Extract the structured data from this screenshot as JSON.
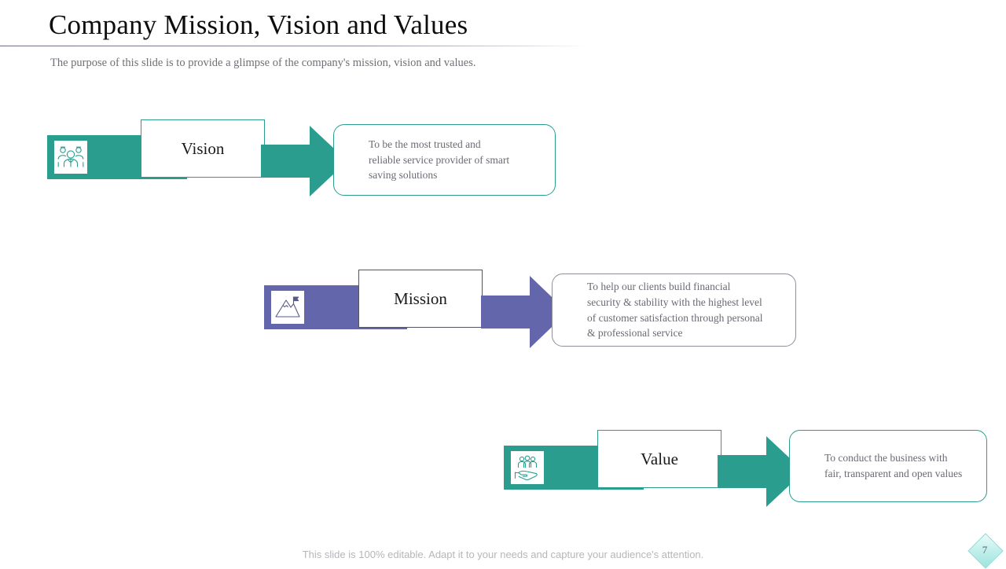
{
  "slide": {
    "title": "Company Mission, Vision and Values",
    "subtitle": "The purpose of this slide is to provide a glimpse of the company's mission,  vision and values.",
    "footer_note": "This slide is 100% editable. Adapt it to your needs and capture your audience's attention.",
    "page_number": "7"
  },
  "colors": {
    "teal": "#2a9d8f",
    "purple": "#6366ab",
    "title": "#0d0d0d",
    "body_text": "#6a6a74",
    "footer": "#b6b6bb"
  },
  "rows": [
    {
      "key": "vision",
      "label": "Vision",
      "icon": "group-of-people-icon",
      "accent": "#2a9d8f",
      "description": "To be the most trusted and\nreliable service provider of smart\nsaving solutions"
    },
    {
      "key": "mission",
      "label": "Mission",
      "icon": "mountain-flag-icon",
      "accent": "#6366ab",
      "description": "To help our clients build financial\nsecurity & stability with the highest level\nof customer satisfaction through personal\n& professional service"
    },
    {
      "key": "value",
      "label": "Value",
      "icon": "hand-holding-people-icon",
      "accent": "#2a9d8f",
      "description": "To conduct the business with\nfair, transparent and open values"
    }
  ]
}
